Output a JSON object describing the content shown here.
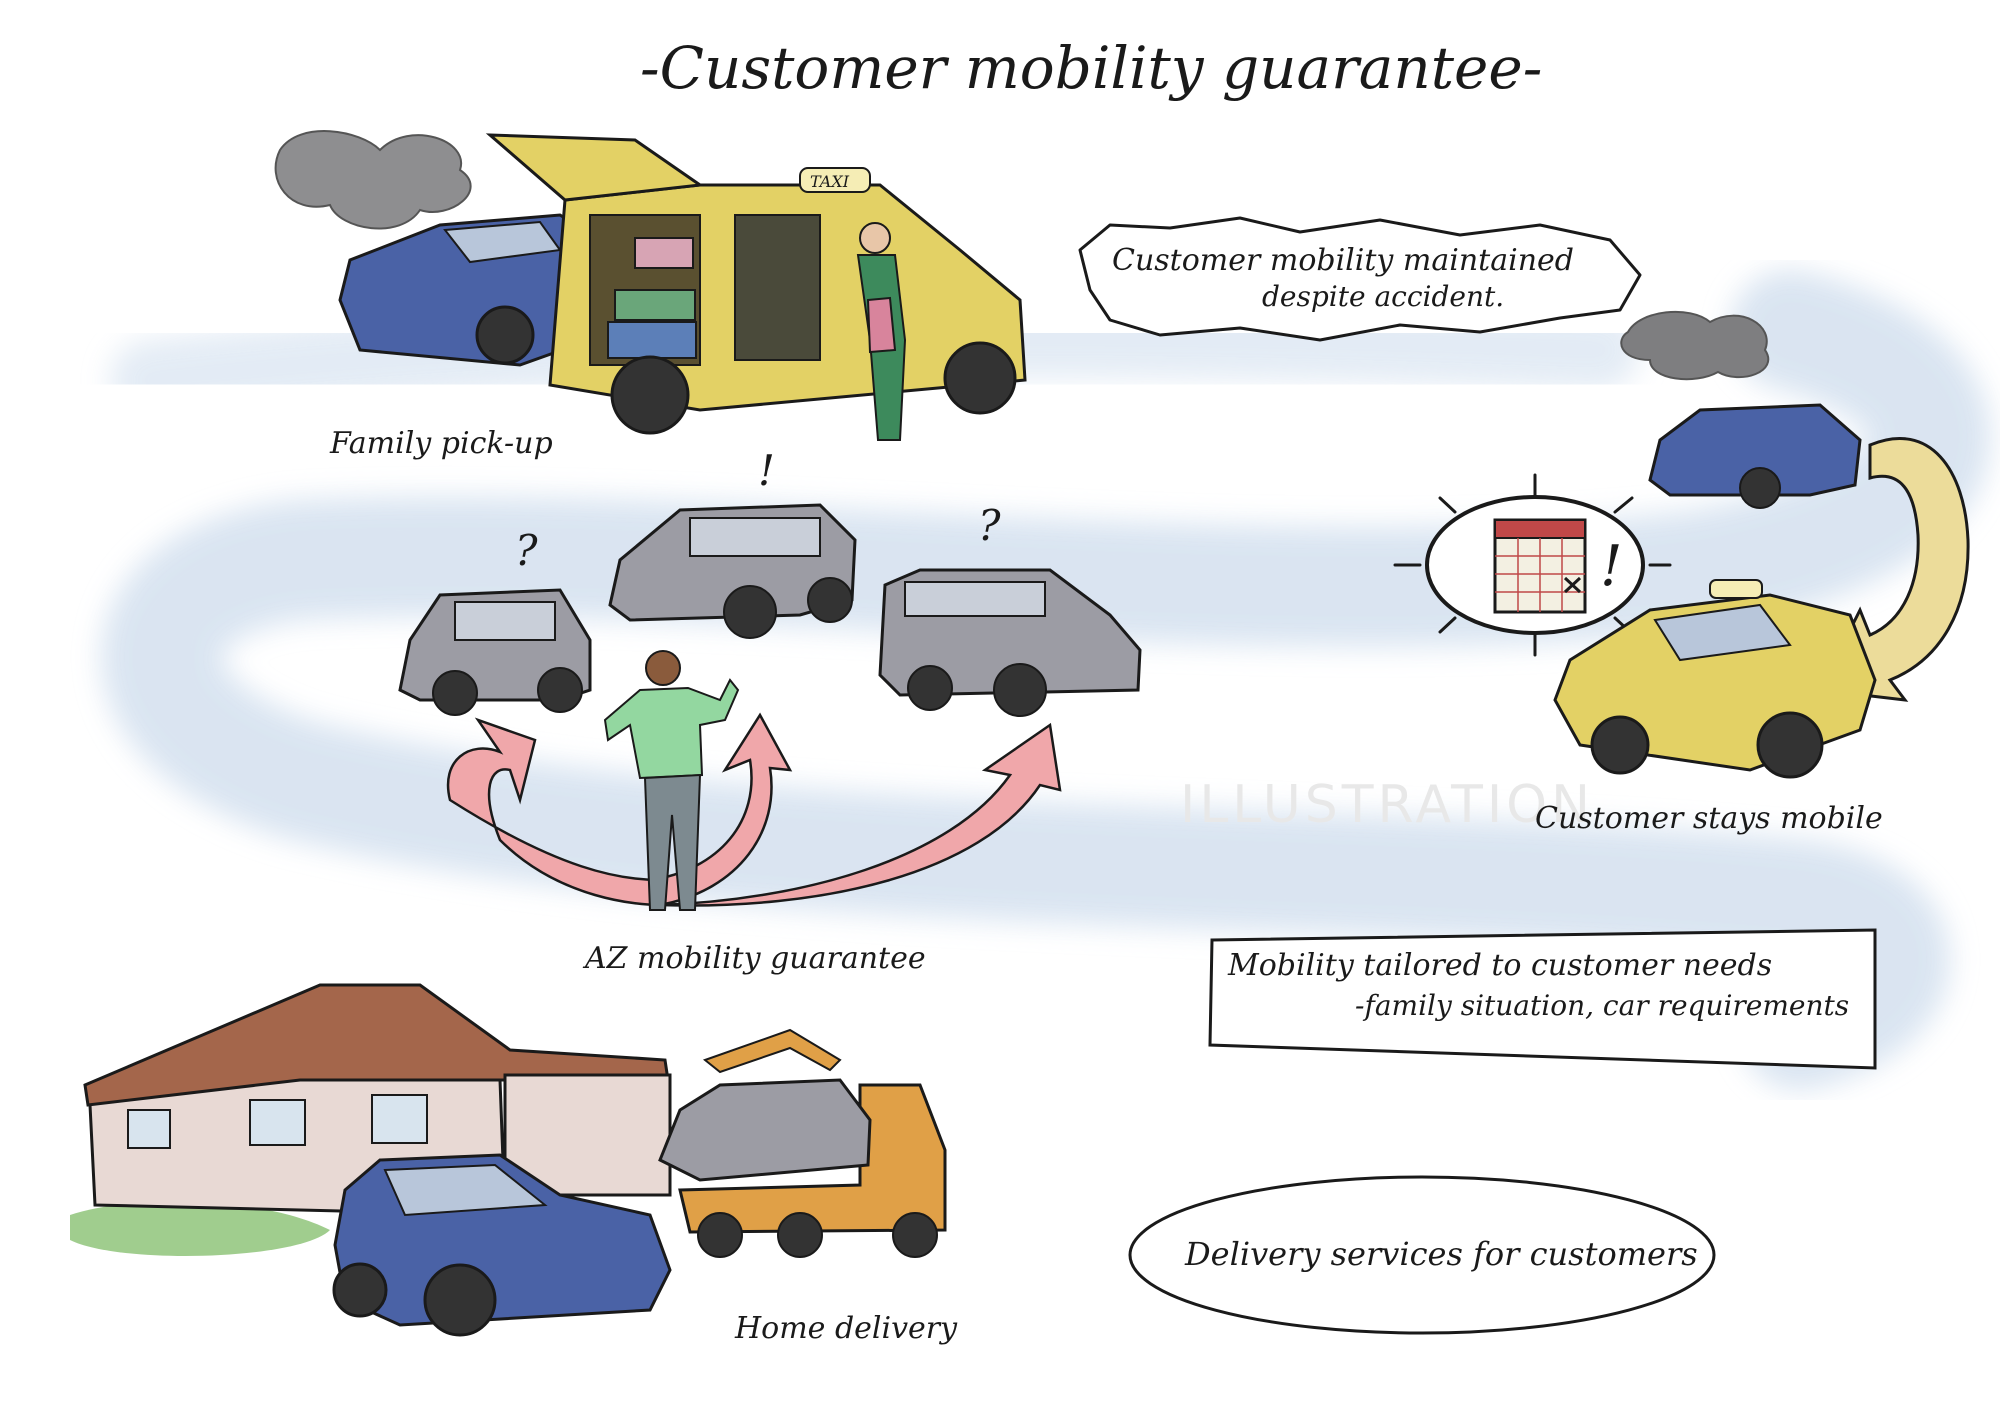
{
  "title": "-Customer mobility guarantee-",
  "speech_bubble": {
    "line1": "Customer mobility maintained",
    "line2": "despite accident."
  },
  "labels": {
    "family_pickup": "Family pick-up",
    "az_guarantee": "AZ mobility guarantee",
    "customer_mobile": "Customer stays mobile",
    "home_delivery": "Home delivery"
  },
  "box": {
    "line1": "Mobility tailored to customer needs",
    "line2": "-family situation, car requirements"
  },
  "ellipse_text": "Delivery services for customers",
  "taxi_sign": "TAXI",
  "marks": {
    "exclaim": "!",
    "question": "?"
  },
  "watermark": "ILLUSTRATION",
  "colors": {
    "path_blue": "#d6e2f0",
    "taxi_yellow": "#e3d165",
    "car_blue": "#4a62a6",
    "car_grey": "#9c9ca4",
    "arrow_pink": "#f0a7aa",
    "jacket_green": "#93d7a0",
    "truck_orange": "#e0a047",
    "roof_brown": "#a4664b"
  }
}
